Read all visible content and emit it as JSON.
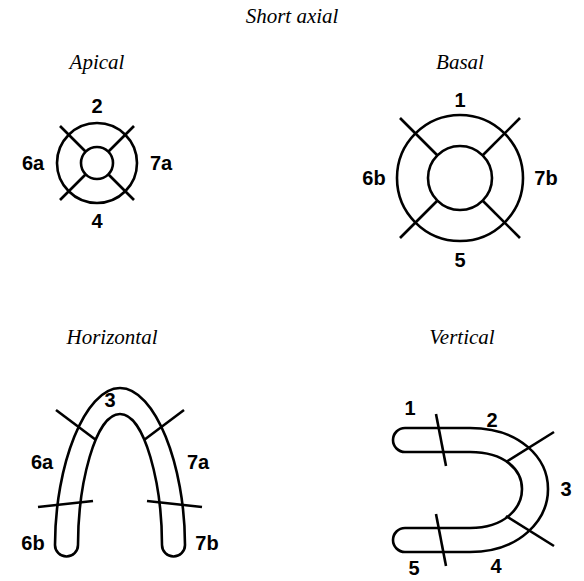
{
  "diagram": {
    "title": "Short axial",
    "labels": [
      "Apical",
      "Basal",
      "2",
      "6a",
      "7a",
      "4",
      "1",
      "6b",
      "7b",
      "5",
      "Horizontal",
      "Vertical",
      "3",
      "6a",
      "7a",
      "6b",
      "7b",
      "1",
      "2",
      "3",
      "5",
      "4"
    ]
  }
}
